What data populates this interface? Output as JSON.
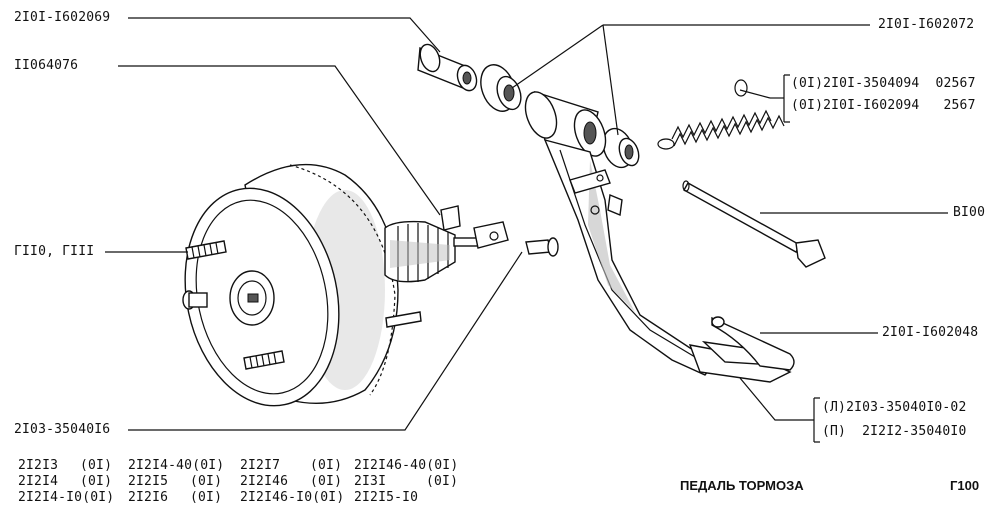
{
  "parts": {
    "p_2101_1602069": "2I0I-I602069",
    "p_2101_1602072": "2I0I-I602072",
    "p_11064076": "II064076",
    "p_spring_1": "(0I)2I0I-3504094  02567",
    "p_spring_2": "(0I)2I0I-I602094   2567",
    "p_g110": "ГII0, ГIII",
    "p_b100": "BI00",
    "p_2101_1602048": "2I0I-I602048",
    "p_pedal_1": "(Л)2I03-35040I0-02",
    "p_pedal_2": "(П)  2I2I2-35040I0",
    "p_2103_350416": "2I03-35040I6"
  },
  "models": [
    [
      "2I2I3",
      "(0I)",
      "2I2I4-40(0I)",
      "2I2I7",
      "(0I)",
      "2I2I46-40(0I)"
    ],
    [
      "2I2I4",
      "(0I)",
      "2I2I5",
      "(0I)",
      "2I2I46",
      "(0I)",
      "2I3I",
      "(0I)"
    ],
    [
      "2I2I4-I0(0I)",
      "2I2I6",
      "(0I)",
      "2I2I46-I0(0I)",
      "2I2I5-I0"
    ]
  ],
  "title": "ПЕДАЛЬ ТОРМОЗА",
  "page_code": "Г100"
}
